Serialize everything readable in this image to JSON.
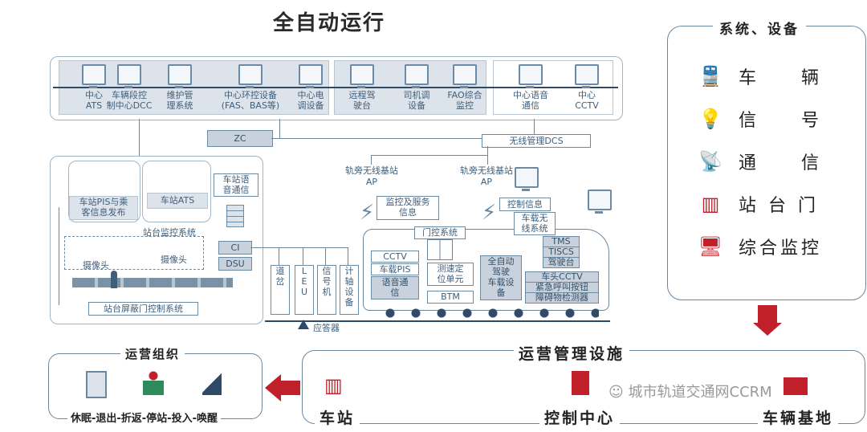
{
  "title": "全自动运行",
  "top_panel": {
    "nodes": [
      {
        "label": "中心\nATS"
      },
      {
        "label": "车辆段控\n制中心DCC"
      },
      {
        "label": "维护管\n理系统"
      },
      {
        "label": "中心环控设备\n(FAS、BAS等)"
      },
      {
        "label": "中心电\n调设备"
      },
      {
        "label": "远程驾\n驶台"
      },
      {
        "label": "司机调\n设备"
      },
      {
        "label": "FAO综合\n监控"
      },
      {
        "label": "中心语音\n通信"
      },
      {
        "label": "中心\nCCTV"
      }
    ]
  },
  "zc_label": "ZC",
  "dcs_label": "无线管理DCS",
  "station": {
    "pis": "车站PIS与乘\n客信息发布",
    "ats": "车站ATS",
    "voice": "车站语\n音通信",
    "platform_monitor": "站台监控系统",
    "ci": "CI",
    "dsu": "DSU",
    "camera1": "摄像头",
    "camera2": "摄像头",
    "psd_control": "站台屏蔽门控制系统"
  },
  "trackside": {
    "ap1": "轨旁无线基站\nAP",
    "ap2": "轨旁无线基站\nAP",
    "monitor_service": "监控及服务\n信息",
    "control_info": "控制信息",
    "col1": "道\n岔",
    "col2": "L\nE\nU",
    "col3": "信\n号\n机",
    "col4": "计\n轴\n设\n备",
    "transponder": "应答器"
  },
  "train": {
    "door_ctrl": "门控系统",
    "cctv": "CCTV",
    "pis": "车载PIS",
    "voice": "语音通\n信",
    "speed": "测速定\n位单元",
    "btm": "BTM",
    "fao": "全自动\n驾驶\n车载设\n备",
    "wireless": "车载无\n线系统",
    "tms": "TMS",
    "tiscs": "TISCS",
    "console": "驾驶台",
    "head_cctv": "车头CCTV",
    "emergency": "紧急呼叫按钮",
    "obstacle": "障碍物检测器"
  },
  "legend": {
    "title": "系统、设备",
    "items": [
      {
        "label": "车　　辆",
        "icon": "train-icon"
      },
      {
        "label": "信　　号",
        "icon": "signal-bulb-icon"
      },
      {
        "label": "通　　信",
        "icon": "antenna-icon"
      },
      {
        "label": "站 台 门",
        "icon": "platform-door-icon"
      },
      {
        "label": "综合监控",
        "icon": "monitor-icon"
      }
    ]
  },
  "ops": {
    "title": "运营组织",
    "sequence": "休眠-退出-折返-停站-投入-唤醒"
  },
  "facilities": {
    "title": "运营管理设施",
    "station": "车站",
    "control_center": "控制中心",
    "depot": "车辆基地"
  },
  "watermark": "城市轨道交通网CCRM",
  "colors": {
    "accent_red": "#c0202a",
    "line_blue": "#6b87a0",
    "panel_grey": "#dde3ea"
  }
}
